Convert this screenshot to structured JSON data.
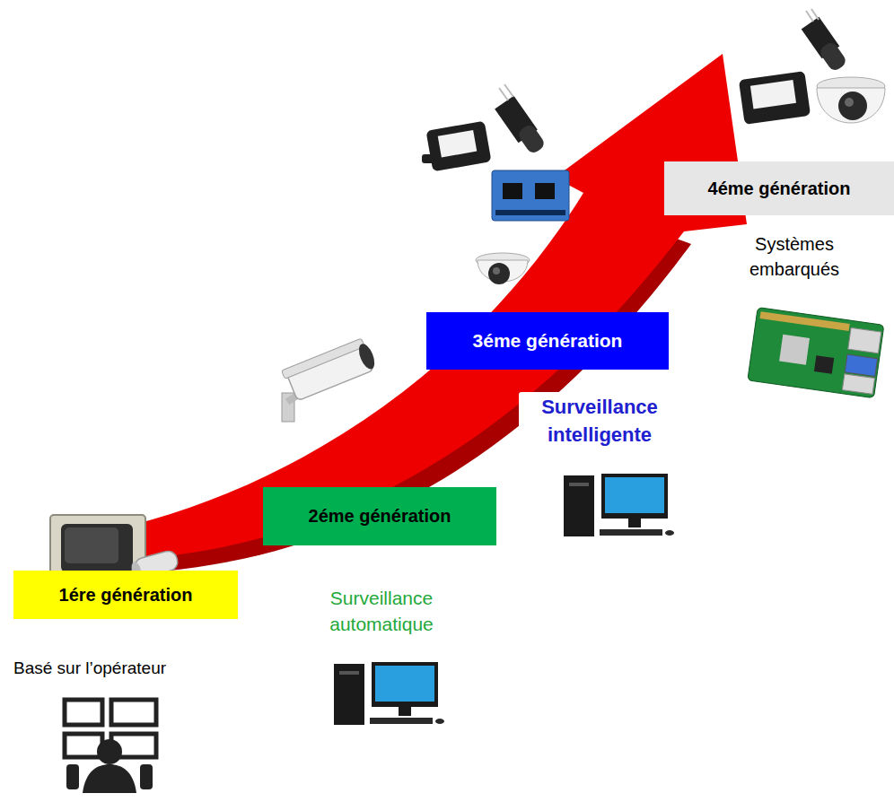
{
  "diagram": {
    "nodes": [
      {
        "text": [
          "1ére génération"
        ]
      },
      {
        "text": [
          "2éme génération"
        ]
      },
      {
        "text": [
          "3éme génération"
        ]
      },
      {
        "text": [
          "4éme génération"
        ]
      }
    ],
    "labels": [
      "Basé sur l’opérateur",
      "Surveillance automatique",
      "Surveillance intelligente",
      "Systèmes embarqués"
    ]
  }
}
